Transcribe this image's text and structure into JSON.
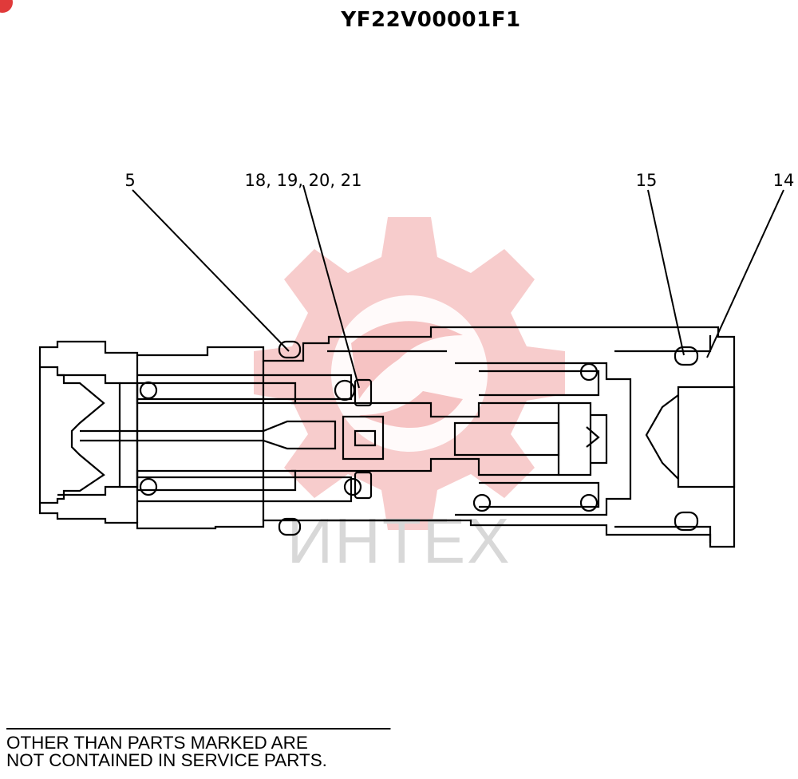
{
  "drawing": {
    "code": "YF22V00001F1",
    "watermark": "ИНТЕХ",
    "callouts": [
      "5",
      "18, 19, 20, 21",
      "15",
      "14"
    ]
  },
  "footer": {
    "line1": "OTHER THAN PARTS MARKED ARE",
    "line2": "NOT CONTAINED IN SERVICE PARTS."
  },
  "colors": {
    "watermark": "#f4b5b5",
    "ink": "#000000"
  },
  "icons": {
    "badge": "corner-badge-icon",
    "watermark": "gear-logo-icon"
  }
}
